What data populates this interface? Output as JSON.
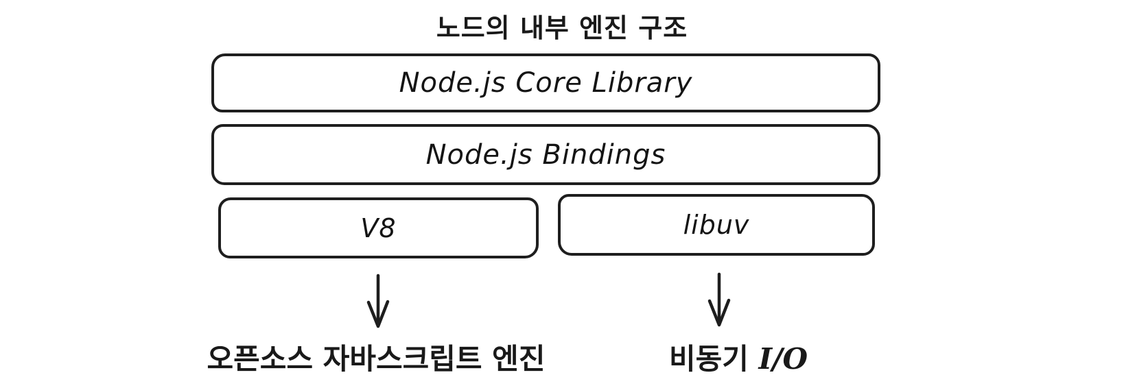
{
  "colors": {
    "background": "#ffffff",
    "stroke": "#1e1e1e",
    "text": "#191919"
  },
  "title": "노드의 내부 엔진 구조",
  "layers": [
    {
      "name": "core-library",
      "label": "Node.js Core Library"
    },
    {
      "name": "bindings",
      "label": "Node.js Bindings"
    }
  ],
  "engines": [
    {
      "name": "v8",
      "label": "V8",
      "arrow_icon": "down-arrow-icon",
      "caption": [
        {
          "text": "오픈소스 자바스크립트 엔진",
          "style": "korean"
        }
      ]
    },
    {
      "name": "libuv",
      "label": "libuv",
      "arrow_icon": "down-arrow-icon",
      "caption": [
        {
          "text": "비동기 ",
          "style": "korean"
        },
        {
          "text": "I/O",
          "style": "latin"
        }
      ]
    }
  ]
}
